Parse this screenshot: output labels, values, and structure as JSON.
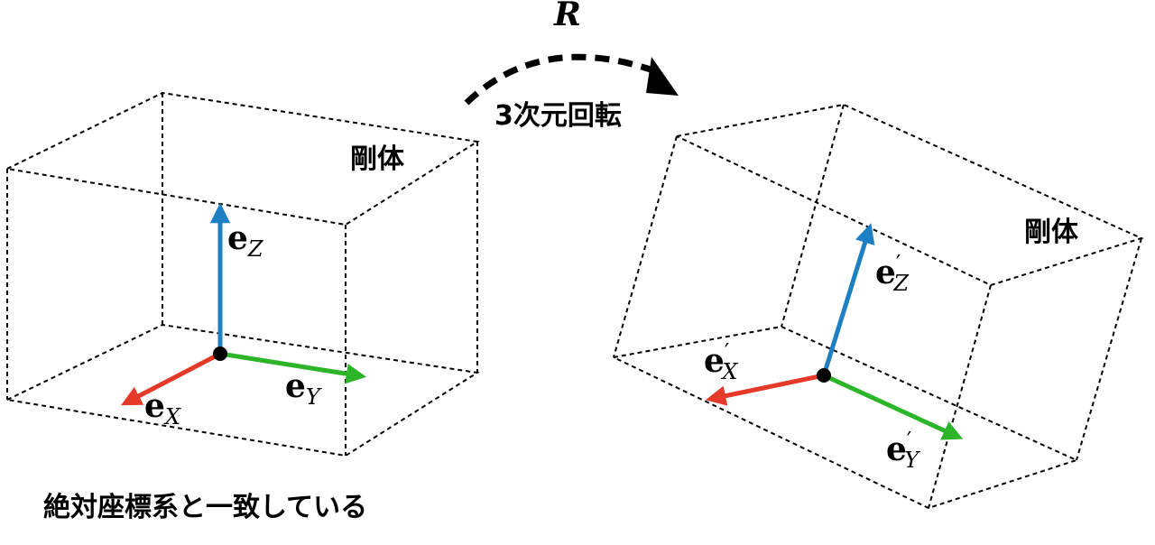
{
  "colors": {
    "x_axis": "#e53a2a",
    "y_axis": "#2db52a",
    "z_axis": "#1f7fc3",
    "edge": "#000000"
  },
  "rotation": {
    "symbol": "R",
    "caption": "3次元回転"
  },
  "left_body": {
    "label": "剛体",
    "vectors": {
      "z": {
        "main": "e",
        "sub": "Z",
        "prime": ""
      },
      "x": {
        "main": "e",
        "sub": "X",
        "prime": ""
      },
      "y": {
        "main": "e",
        "sub": "Y",
        "prime": ""
      }
    }
  },
  "right_body": {
    "label": "剛体",
    "vectors": {
      "z": {
        "main": "e",
        "sub": "Z",
        "prime": "′"
      },
      "x": {
        "main": "e",
        "sub": "X",
        "prime": "′"
      },
      "y": {
        "main": "e",
        "sub": "Y",
        "prime": "′"
      }
    }
  },
  "caption": "絶対座標系と一致している"
}
